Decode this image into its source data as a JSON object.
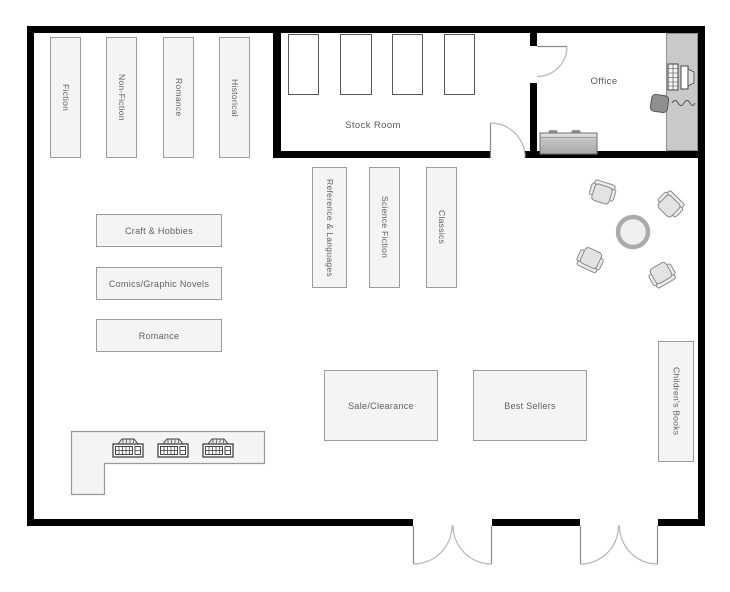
{
  "rooms": {
    "stock_room": {
      "label": "Stock Room"
    },
    "office": {
      "label": "Office"
    }
  },
  "shelves": {
    "west_wall": [
      {
        "label": "Fiction"
      },
      {
        "label": "Non-Fiction"
      },
      {
        "label": "Romance"
      },
      {
        "label": "Historical"
      }
    ],
    "center_vertical": [
      {
        "label": "Reference & Languages"
      },
      {
        "label": "Science Fiction"
      },
      {
        "label": "Classics"
      }
    ],
    "west_center": [
      {
        "label": "Craft & Hobbies"
      },
      {
        "label": "Comics/Graphic Novels"
      },
      {
        "label": "Romance"
      }
    ],
    "display_tables": [
      {
        "label": "Sale/Clearance"
      },
      {
        "label": "Best Sellers"
      }
    ],
    "east_wall": {
      "label": "Children's Books"
    }
  },
  "fixtures": {
    "cash_register_count": 3,
    "stock_shelf_count": 4,
    "reading_chair_count": 4,
    "entrance_door_count": 2
  },
  "colors": {
    "wall": "#000000",
    "shelf_fill": "#f4f4f4",
    "shelf_border": "#9c9c9c",
    "label_text": "#5a5a5a",
    "desk_fill": "#c9c9c9"
  }
}
